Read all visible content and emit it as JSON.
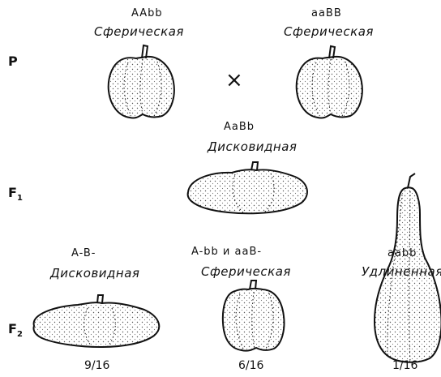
{
  "generations": {
    "p": "P",
    "f1": "F",
    "f1_sub": "1",
    "f2": "F",
    "f2_sub": "2"
  },
  "cross_symbol": "×",
  "parent1": {
    "genotype": "AAbb",
    "phenotype": "Сферическая"
  },
  "parent2": {
    "genotype": "aaBB",
    "phenotype": "Сферическая"
  },
  "f1": {
    "genotype": "AaBb",
    "phenotype": "Дисковидная"
  },
  "f2": {
    "disc": {
      "genotype": "A-B-",
      "phenotype": "Дисковидная",
      "ratio": "9/16"
    },
    "sphere": {
      "genotype": "A-bb и aaB-",
      "phenotype": "Сферическая",
      "ratio": "6/16"
    },
    "long": {
      "genotype": "aabb",
      "phenotype": "Удлиненная",
      "ratio": "1/16"
    }
  },
  "colors": {
    "ink": "#111111",
    "dots": "#555555",
    "background": "#ffffff"
  }
}
